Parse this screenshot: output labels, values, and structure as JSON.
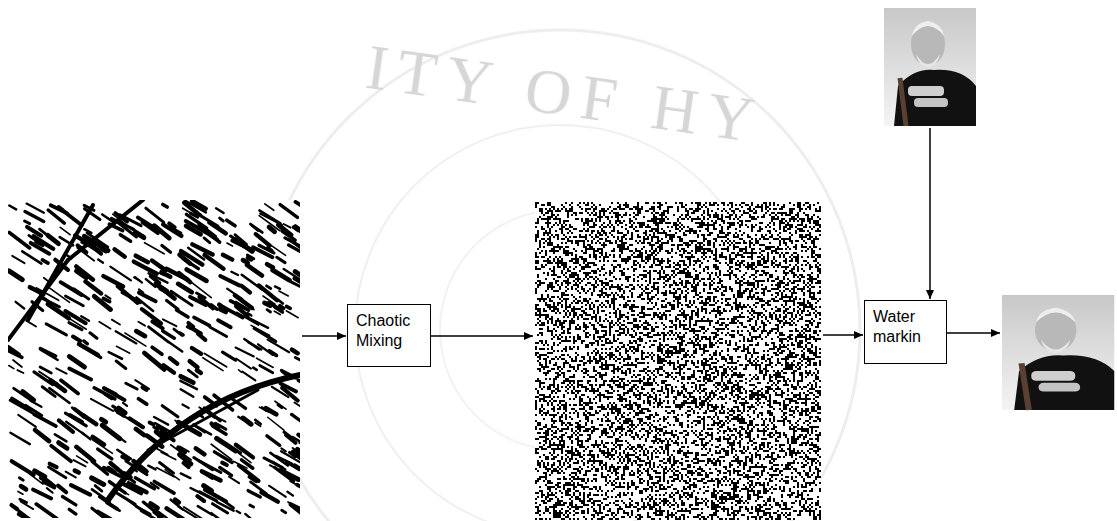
{
  "diagram": {
    "nodes": [
      {
        "text": [
          "Chaotic Mixing"
        ]
      },
      {
        "text": [
          "Water markin"
        ]
      }
    ],
    "labels": [
      "ITY OF HY"
    ]
  }
}
